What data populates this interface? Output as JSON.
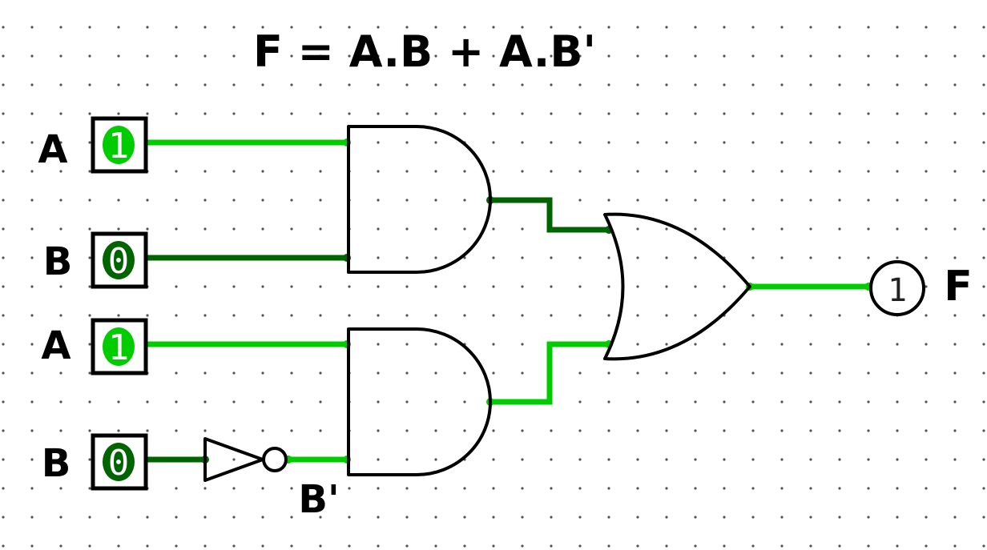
{
  "title": "F = A.B + A.B'",
  "colors": {
    "high": "#00cc00",
    "low": "#006400",
    "grid_dot": "#555555",
    "outline": "#000000"
  },
  "inputs": [
    {
      "label": "A",
      "value": "1",
      "state": "high"
    },
    {
      "label": "B",
      "value": "0",
      "state": "low"
    },
    {
      "label": "A",
      "value": "1",
      "state": "high"
    },
    {
      "label": "B",
      "value": "0",
      "state": "low"
    }
  ],
  "not_output_label": "B'",
  "output": {
    "label": "F",
    "value": "1"
  },
  "wire_states": {
    "and1_out": "low",
    "and2_out": "high",
    "not_out": "high",
    "or_out": "high"
  }
}
